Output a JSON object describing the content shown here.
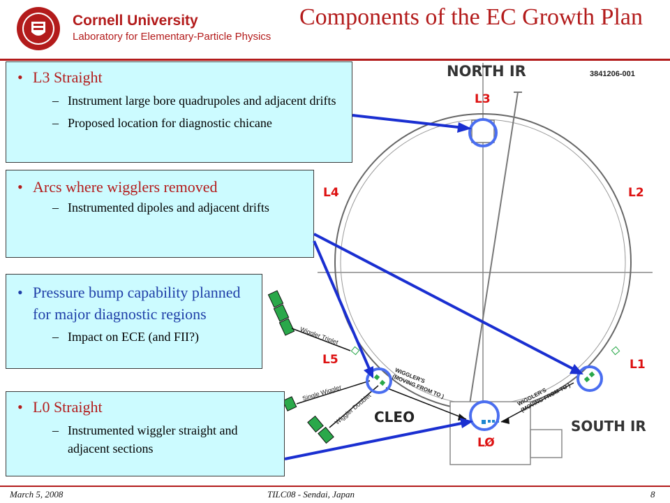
{
  "header": {
    "university": "Cornell University",
    "lab": "Laboratory for Elementary-Particle Physics",
    "title": "Components of the EC Growth Plan"
  },
  "boxes": [
    {
      "heading": "L3 Straight",
      "subs": [
        "Instrument large bore quadrupoles and adjacent drifts",
        "Proposed location for diagnostic chicane"
      ]
    },
    {
      "heading": "Arcs where wigglers removed",
      "subs": [
        "Instrumented dipoles and adjacent drifts"
      ]
    },
    {
      "heading": "Pressure bump capability planned for major diagnostic regions",
      "subs": [
        "Impact on ECE (and FII?)"
      ]
    },
    {
      "heading": "L0 Straight",
      "subs": [
        "Instrumented wiggler straight and adjacent sections"
      ]
    }
  ],
  "diagram": {
    "north_ir": "NORTH IR",
    "south_ir": "SOUTH IR",
    "drawing_id": "3841206-001",
    "labels": {
      "l3": "L3",
      "l4": "L4",
      "l2": "L2",
      "l5": "L5",
      "l1": "L1",
      "l0": "LØ",
      "cleo": "CLEO"
    },
    "wiggler_triplet": "Wiggler Triplet",
    "single_wiggler": "Single Wiggler",
    "wiggler_doublet": "Wiggler Doublet",
    "wigglers_moving_line1": "WIGGLER'S",
    "wigglers_moving_line2": "(MOVING FROM  TO  )"
  },
  "colors": {
    "accent_red": "#b31b1b",
    "box_fill": "#ccfbff",
    "arrow_blue": "#1a2fd1",
    "highlight_circle": "#4a6ef0"
  },
  "footer": {
    "date": "March 5, 2008",
    "venue": "TILC08 - Sendai, Japan",
    "page": "8"
  }
}
